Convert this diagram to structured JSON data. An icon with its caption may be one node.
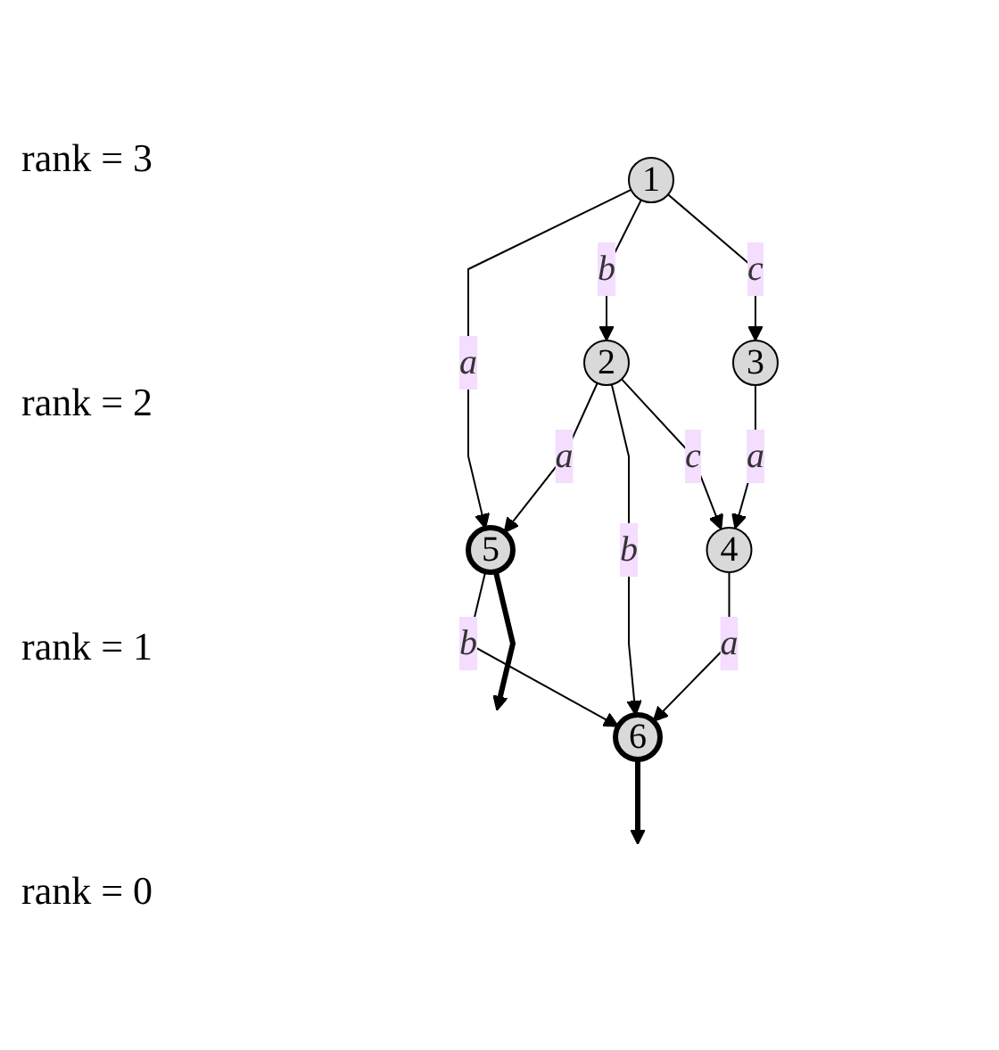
{
  "diagram": {
    "nodes": [
      {
        "text": [
          "1"
        ]
      },
      {
        "text": [
          "2"
        ]
      },
      {
        "text": [
          "3"
        ]
      },
      {
        "text": [
          "5"
        ]
      },
      {
        "text": [
          "4"
        ]
      },
      {
        "text": [
          "6"
        ]
      }
    ],
    "edges": [
      {
        "from": 0,
        "to": 3,
        "arrow": "to",
        "label": "a"
      },
      {
        "from": 0,
        "to": 1,
        "arrow": "to",
        "label": "b"
      },
      {
        "from": 0,
        "to": 2,
        "arrow": "to",
        "label": "c"
      },
      {
        "from": 1,
        "to": 3,
        "arrow": "to",
        "label": "a"
      },
      {
        "from": 1,
        "to": 5,
        "arrow": "to",
        "label": "b"
      },
      {
        "from": 1,
        "to": 4,
        "arrow": "to",
        "label": "c"
      },
      {
        "from": 2,
        "to": 4,
        "arrow": "to",
        "label": "a"
      },
      {
        "from": 3,
        "to": 5,
        "arrow": "to",
        "label": "b"
      },
      {
        "from": 4,
        "to": 5,
        "arrow": "to",
        "label": "a"
      },
      {
        "from": 3,
        "to": null,
        "arrow": "to",
        "style": "thick"
      },
      {
        "from": 5,
        "to": null,
        "arrow": "to",
        "style": "thick"
      }
    ],
    "labels": [
      "rank = 3",
      "rank = 2",
      "rank = 1",
      "rank = 0"
    ]
  }
}
